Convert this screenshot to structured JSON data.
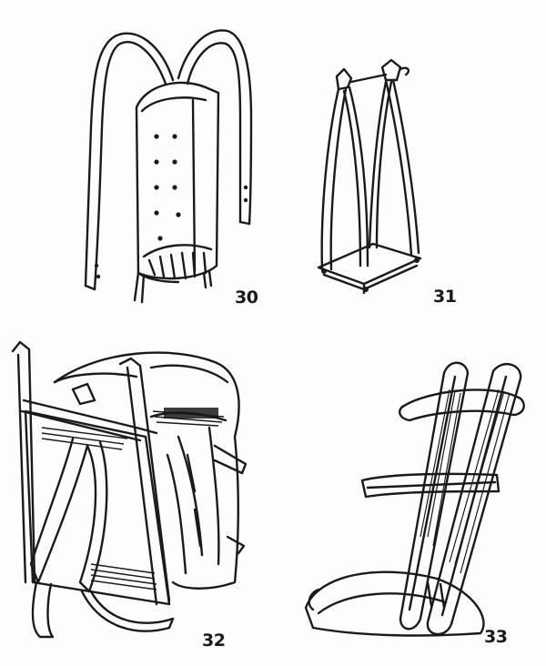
{
  "figures": [
    {
      "number": "30",
      "subject": "backpack-harness-board"
    },
    {
      "number": "31",
      "subject": "pack-frame"
    },
    {
      "number": "32",
      "subject": "loaded-frame-pack"
    },
    {
      "number": "33",
      "subject": "frame-with-straps"
    }
  ],
  "colors": {
    "ink": "#1a1a1a",
    "paper": "#fdfdfb"
  }
}
